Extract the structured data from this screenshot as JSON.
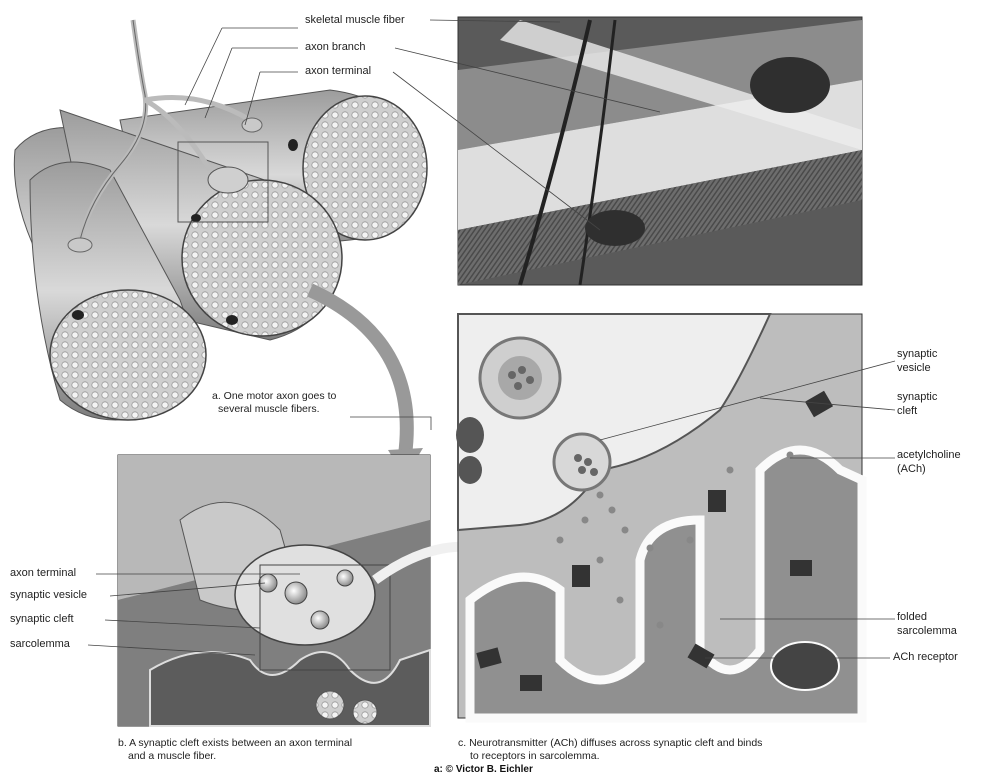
{
  "labels": {
    "top": [
      "skeletal muscle fiber",
      "axon branch",
      "axon terminal"
    ],
    "left": [
      "axon terminal",
      "synaptic vesicle",
      "synaptic cleft",
      "sarcolemma"
    ],
    "right_synaptic_vesicle": [
      "synaptic",
      "vesicle"
    ],
    "right_synaptic_cleft": [
      "synaptic",
      "cleft"
    ],
    "right_ach": [
      "acetylcholine",
      "(ACh)"
    ],
    "right_folded": [
      "folded",
      "sarcolemma"
    ],
    "right_receptor": "ACh receptor"
  },
  "captions": {
    "a": [
      "a. One motor axon goes to",
      "several muscle fibers."
    ],
    "b": [
      "b. A synaptic cleft exists between an axon terminal",
      "and a muscle fiber."
    ],
    "c": [
      "c. Neurotransmitter (ACh) diffuses across synaptic cleft and binds",
      "to receptors in sarcolemma."
    ]
  },
  "credit": "a: © Victor B. Eichler",
  "colors": {
    "ink": "#222222",
    "fiber_light": "#d8d8d8",
    "fiber_dark": "#8a8a8a",
    "photo_bg": "#555555"
  }
}
